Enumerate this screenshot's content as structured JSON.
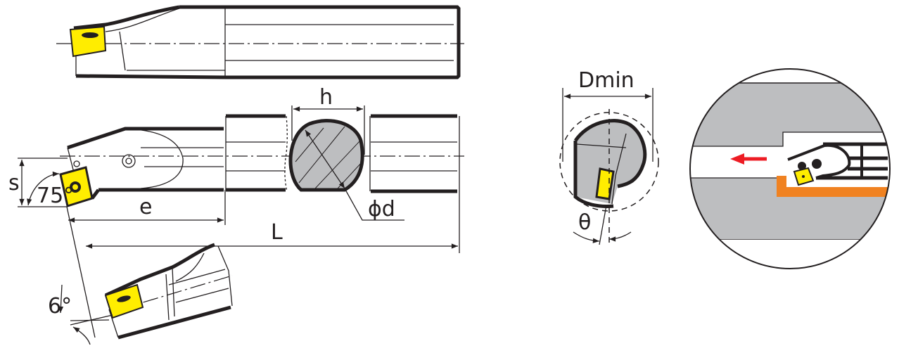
{
  "labels": {
    "s": "s",
    "angle_75": "75°",
    "e": "e",
    "L": "L",
    "h": "h",
    "phi_d": "ϕd",
    "angle_6": "6°",
    "Dmin": "Dmin",
    "theta": "θ"
  },
  "colors": {
    "insert": "#ffed00",
    "section": "#bdbec0",
    "line": "#231f20",
    "arrow": "#ed1c24",
    "workpiece_edge": "#f08221"
  }
}
